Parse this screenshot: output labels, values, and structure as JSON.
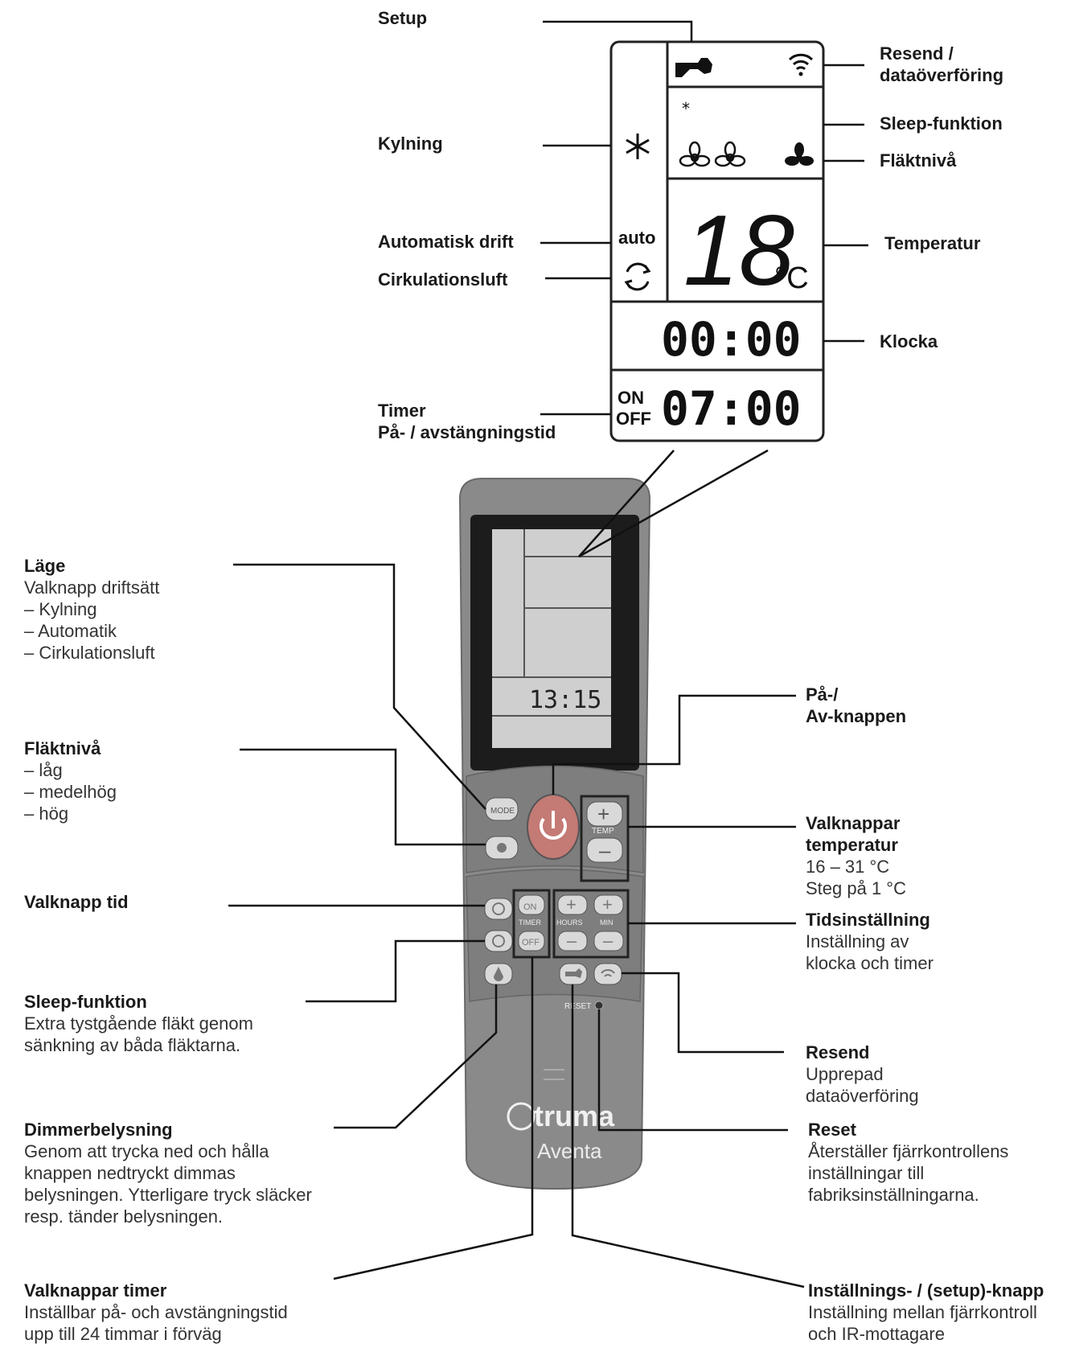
{
  "lcd": {
    "auto": "auto",
    "temperature": "18",
    "unit": "°C",
    "clock": "00:00",
    "on": "ON",
    "off": "OFF",
    "timer": "07:00"
  },
  "remote": {
    "mini_clock": "13:15",
    "btn_mode": "MODE",
    "temp_label": "TEMP",
    "timer_on": "ON",
    "timer_label": "TIMER",
    "timer_off": "OFF",
    "hours_label": "HOURS",
    "min_label": "MIN",
    "reset_label": "RESET",
    "brand": "truma",
    "model": "Aventa"
  },
  "callouts": {
    "setup": {
      "title": "Setup"
    },
    "kylning": {
      "title": "Kylning"
    },
    "auto": {
      "title": "Automatisk drift"
    },
    "circ": {
      "title": "Cirkulationsluft"
    },
    "timer": {
      "title": "Timer",
      "title2": "På- / avstängningstid"
    },
    "resend_top": {
      "title": "Resend /",
      "title2": "dataöverföring"
    },
    "sleep_top": {
      "title": "Sleep-funktion"
    },
    "fan_top": {
      "title": "Fläktnivå"
    },
    "temp_top": {
      "title": "Temperatur"
    },
    "clock_top": {
      "title": "Klocka"
    },
    "mode": {
      "title": "Läge",
      "lines": [
        "Valknapp driftsätt",
        "– Kylning",
        "– Automatik",
        "– Cirkulationsluft"
      ]
    },
    "fan": {
      "title": "Fläktnivå",
      "lines": [
        "– låg",
        "– medelhög",
        "– hög"
      ]
    },
    "time_btn": {
      "title": "Valknapp tid"
    },
    "sleep": {
      "title": "Sleep-funktion",
      "lines": [
        "Extra tystgående fläkt genom",
        "sänkning av båda fläktarna."
      ]
    },
    "dimmer": {
      "title": "Dimmerbelysning",
      "lines": [
        "Genom att trycka ned och hålla",
        "knappen nedtryckt dimmas",
        "belysningen. Ytterligare tryck släcker",
        "resp. tänder belysningen."
      ]
    },
    "timer_btns": {
      "title": "Valknappar timer",
      "lines": [
        "Inställbar på- och avstängningstid",
        "upp till 24 timmar i förväg"
      ]
    },
    "power": {
      "title": "På-/",
      "title2": "Av-knappen"
    },
    "temp_btns": {
      "title": "Valknappar",
      "title2": "temperatur",
      "lines": [
        "16 – 31 °C",
        "Steg på 1 °C"
      ]
    },
    "time_set": {
      "title": "Tidsinställning",
      "lines": [
        "Inställning av",
        "klocka och timer"
      ]
    },
    "resend": {
      "title": "Resend",
      "lines": [
        "Upprepad",
        "dataöverföring"
      ]
    },
    "reset": {
      "title": "Reset",
      "lines": [
        "Återställer fjärrkontrollens",
        "inställningar till",
        "fabriksinställningarna."
      ]
    },
    "setup_btn": {
      "title": "Inställnings- / (setup)-knapp",
      "lines": [
        "Inställning mellan fjärrkontroll",
        "och IR-mottagare"
      ]
    }
  }
}
